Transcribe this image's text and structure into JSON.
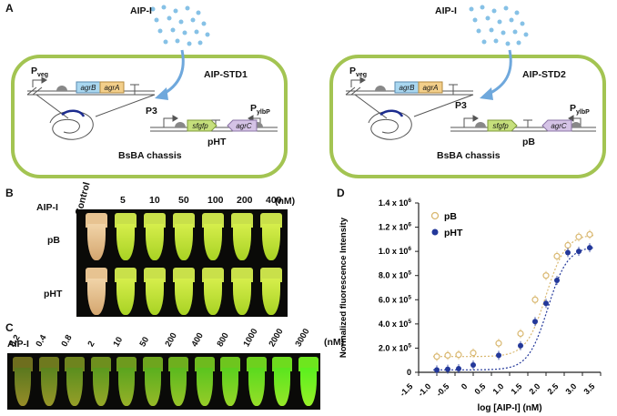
{
  "panels": {
    "a": "A",
    "b": "B",
    "c": "C",
    "d": "D"
  },
  "schematic": {
    "left": {
      "inducer": "AIP-I",
      "strain": "AIP-STD1",
      "chassis": "BsBA chassis",
      "promoter_veg": "P",
      "promoter_veg_sub": "veg",
      "promoter_p3": "P3",
      "promoter_ylbp": "P",
      "promoter_ylbp_sub": "ylbP",
      "plasmid": "pHT",
      "genes": [
        "agrB",
        "agrA",
        "sfgfp",
        "agrC"
      ]
    },
    "right": {
      "inducer": "AIP-I",
      "strain": "AIP-STD2",
      "chassis": "BsBA chassis",
      "promoter_veg": "P",
      "promoter_veg_sub": "veg",
      "promoter_p3": "P3",
      "promoter_ylbp": "P",
      "promoter_ylbp_sub": "ylbP",
      "plasmid": "pB",
      "genes": [
        "agrB",
        "agrA",
        "sfgfp",
        "agrC"
      ]
    },
    "colors": {
      "cell_border": "#a3c452",
      "agrB": "#a9d7f0",
      "agrA": "#f3cf8a",
      "sfgfp": "#c6e07c",
      "agrC": "#d5c3e6",
      "droplets": "#86c1e6",
      "arrow": "#6fa8dc"
    }
  },
  "panel_b": {
    "row_label": "AIP-I",
    "unit": "(nM)",
    "columns": [
      "Control",
      "5",
      "10",
      "50",
      "100",
      "200",
      "400"
    ],
    "rows": [
      "pB",
      "pHT"
    ]
  },
  "panel_c": {
    "row_label": "AIP-I",
    "unit": "(nM)",
    "columns": [
      "0.2",
      "0.4",
      "0.8",
      "2",
      "10",
      "50",
      "200",
      "400",
      "800",
      "1000",
      "2000",
      "3000"
    ]
  },
  "chart_data": {
    "type": "scatter",
    "xlabel": "log [AIP-I] (nM)",
    "ylabel": "Normalized fluorescence Intensity",
    "xlim": [
      -1.5,
      3.5
    ],
    "ylim": [
      0,
      1400000
    ],
    "x_ticks": [
      "-1.5",
      "-1.0",
      "-0.5",
      "0",
      "0.5",
      "1.0",
      "1.5",
      "2.0",
      "2.5",
      "3.0",
      "3.5"
    ],
    "y_ticks": [
      {
        "mant": "0",
        "exp": ""
      },
      {
        "mant": "2.0 x 10",
        "exp": "5"
      },
      {
        "mant": "4.0 x 10",
        "exp": "5"
      },
      {
        "mant": "6.0 x 10",
        "exp": "5"
      },
      {
        "mant": "8.0 x 10",
        "exp": "5"
      },
      {
        "mant": "1.0 x 10",
        "exp": "6"
      },
      {
        "mant": "1.2 x 10",
        "exp": "6"
      },
      {
        "mant": "1.4 x 10",
        "exp": "6"
      }
    ],
    "legend_position": "top-left",
    "series": [
      {
        "name": "pB",
        "color": "#d9b870",
        "marker": "open-circle",
        "x": [
          -1.0,
          -0.7,
          -0.4,
          0.0,
          0.7,
          1.3,
          1.7,
          2.0,
          2.3,
          2.6,
          2.9,
          3.2
        ],
        "y": [
          130000,
          140000,
          145000,
          160000,
          240000,
          320000,
          600000,
          800000,
          960000,
          1050000,
          1120000,
          1140000
        ]
      },
      {
        "name": "pHT",
        "color": "#23389a",
        "marker": "filled-circle",
        "x": [
          -1.0,
          -0.7,
          -0.4,
          0.0,
          0.7,
          1.3,
          1.7,
          2.0,
          2.3,
          2.6,
          2.9,
          3.2
        ],
        "y": [
          20000,
          25000,
          30000,
          60000,
          140000,
          220000,
          420000,
          570000,
          760000,
          990000,
          1000000,
          1030000
        ]
      }
    ],
    "fit_lines": "dotted"
  }
}
